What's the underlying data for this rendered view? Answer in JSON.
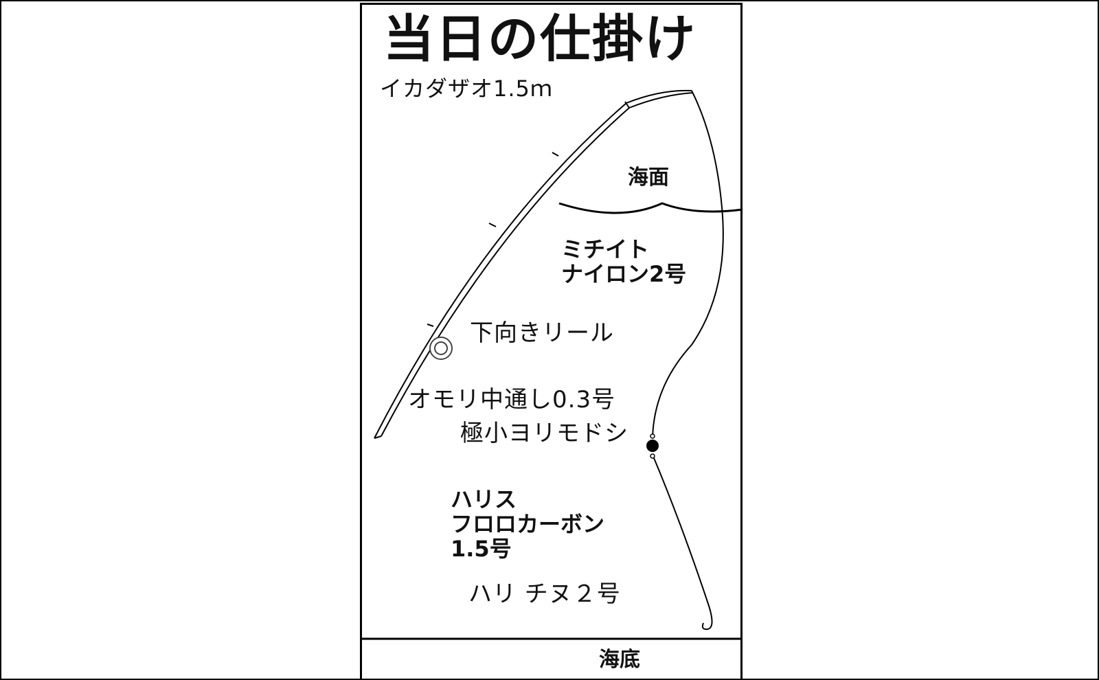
{
  "title": "当日の仕掛け",
  "labels": {
    "rod": "イカダザオ1.5ｍ",
    "sea_surface": "海面",
    "main_line_1": "ミチイト",
    "main_line_2": "ナイロン2号",
    "reel": "下向きリール",
    "sinker": "オモリ中通し0.3号",
    "swivel": "極小ヨリモドシ",
    "leader_1": "ハリス",
    "leader_2": "フロロカーボン",
    "leader_3": "1.5号",
    "hook": "ハリ チヌ２号",
    "sea_bottom": "海底"
  }
}
